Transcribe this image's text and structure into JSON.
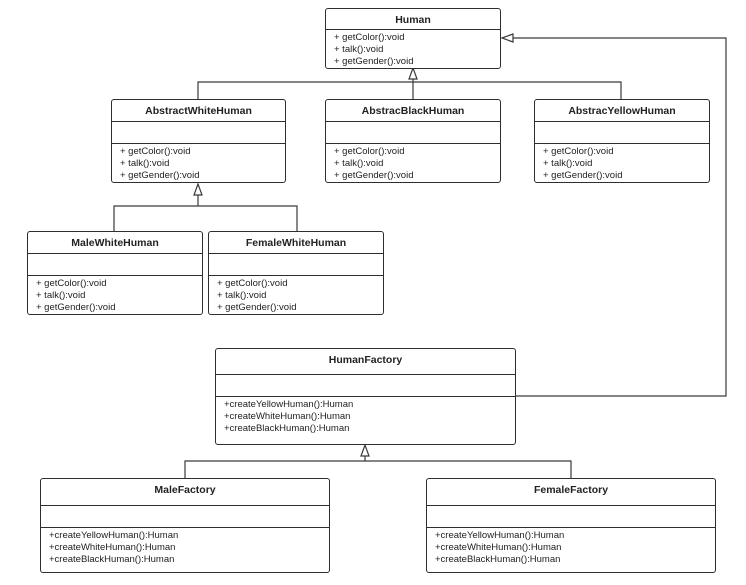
{
  "classes": {
    "human": {
      "name": "Human",
      "ops": [
        "+ getColor():void",
        "+ talk():void",
        "+ getGender():void"
      ]
    },
    "abstract_white": {
      "name": "AbstractWhiteHuman",
      "ops": [
        "+ getColor():void",
        "+ talk():void",
        "+ getGender():void"
      ]
    },
    "abstract_black": {
      "name": "AbstracBlackHuman",
      "ops": [
        "+ getColor():void",
        "+ talk():void",
        "+ getGender():void"
      ]
    },
    "abstract_yellow": {
      "name": "AbstracYellowHuman",
      "ops": [
        "+ getColor():void",
        "+ talk():void",
        "+ getGender():void"
      ]
    },
    "male_white": {
      "name": "MaleWhiteHuman",
      "ops": [
        "+ getColor():void",
        "+ talk():void",
        "+ getGender():void"
      ]
    },
    "female_white": {
      "name": "FemaleWhiteHuman",
      "ops": [
        "+ getColor():void",
        "+ talk():void",
        "+ getGender():void"
      ]
    },
    "human_factory": {
      "name": "HumanFactory",
      "ops": [
        "+createYellowHuman():Human",
        "+createWhiteHuman():Human",
        "+createBlackHuman():Human"
      ]
    },
    "male_factory": {
      "name": "MaleFactory",
      "ops": [
        "+createYellowHuman():Human",
        "+createWhiteHuman():Human",
        "+createBlackHuman():Human"
      ]
    },
    "female_factory": {
      "name": "FemaleFactory",
      "ops": [
        "+createYellowHuman():Human",
        "+createWhiteHuman():Human",
        "+createBlackHuman():Human"
      ]
    }
  },
  "relations": [
    {
      "type": "generalization",
      "from": "AbstractWhiteHuman",
      "to": "Human"
    },
    {
      "type": "generalization",
      "from": "AbstracBlackHuman",
      "to": "Human"
    },
    {
      "type": "generalization",
      "from": "AbstracYellowHuman",
      "to": "Human"
    },
    {
      "type": "generalization",
      "from": "MaleWhiteHuman",
      "to": "AbstractWhiteHuman"
    },
    {
      "type": "generalization",
      "from": "FemaleWhiteHuman",
      "to": "AbstractWhiteHuman"
    },
    {
      "type": "generalization",
      "from": "MaleFactory",
      "to": "HumanFactory"
    },
    {
      "type": "generalization",
      "from": "FemaleFactory",
      "to": "HumanFactory"
    },
    {
      "type": "dependency",
      "from": "HumanFactory",
      "to": "Human"
    }
  ],
  "colors": {
    "line": "#2e2e2e",
    "background": "#ffffff"
  }
}
